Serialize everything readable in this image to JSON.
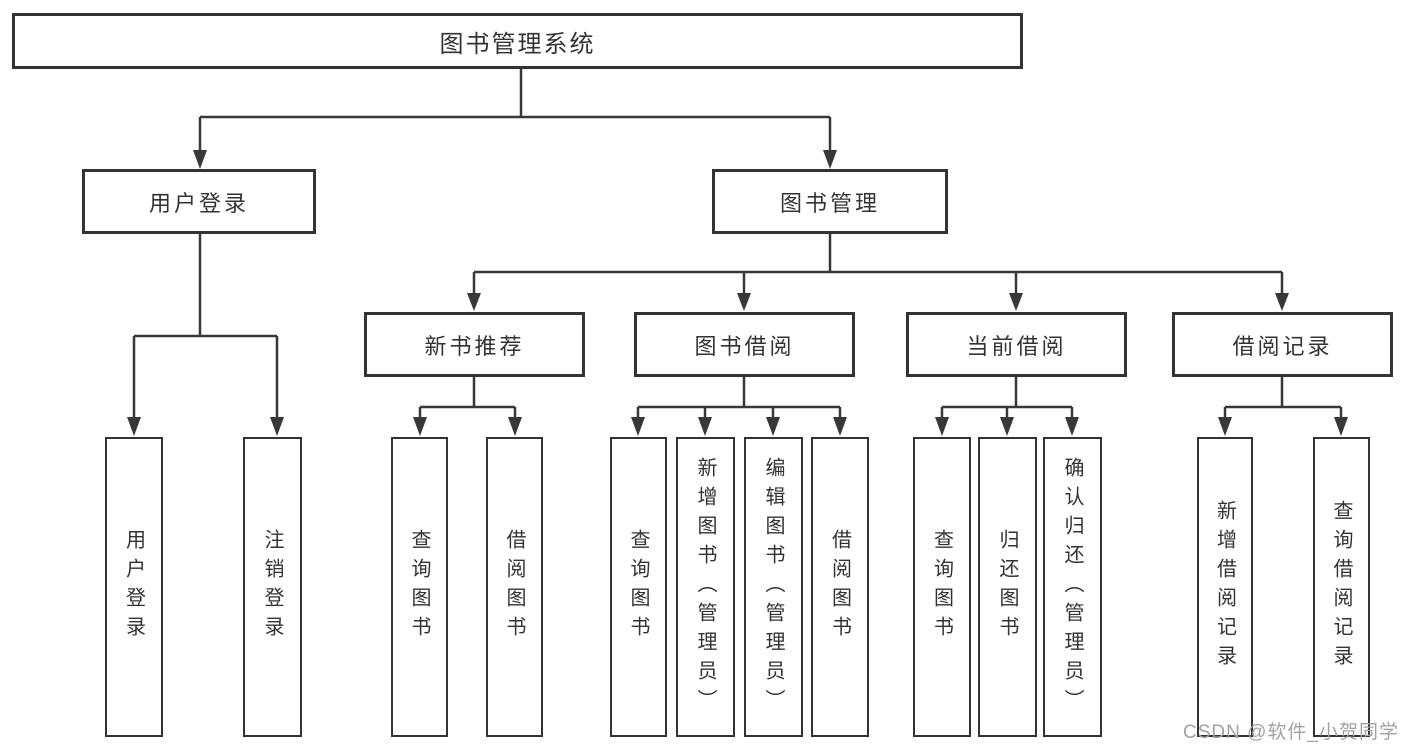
{
  "diagram": {
    "title": "图书管理系统",
    "level2": {
      "user_login": "用户登录",
      "book_management": "图书管理"
    },
    "level3": {
      "new_book_recommend": "新书推荐",
      "book_borrow": "图书借阅",
      "current_borrow": "当前借阅",
      "borrow_records": "借阅记录"
    },
    "leaves": {
      "user_login": [
        "用户登录",
        "注销登录"
      ],
      "new_book_recommend": [
        "查询图书",
        "借阅图书"
      ],
      "book_borrow": [
        "查询图书",
        "新增图书（管理员）",
        "编辑图书（管理员）",
        "借阅图书"
      ],
      "current_borrow": [
        "查询图书",
        "归还图书",
        "确认归还（管理员）"
      ],
      "borrow_records": [
        "新增借阅记录",
        "查询借阅记录"
      ]
    },
    "colors": {
      "line": "#383838",
      "text": "#333333",
      "background": "#ffffff",
      "watermark": "#a2a2a2"
    }
  },
  "watermark": {
    "text": "CSDN @软件_小贺同学"
  }
}
